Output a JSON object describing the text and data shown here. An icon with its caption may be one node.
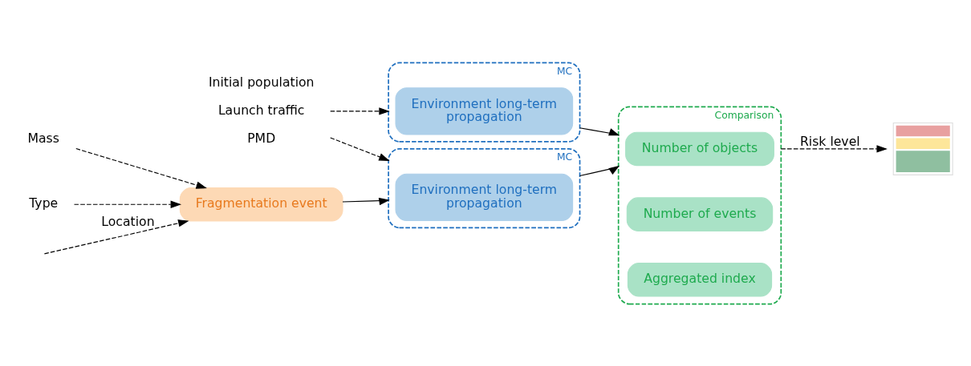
{
  "diagram": {
    "nodes": [
      {
        "text": [
          "Initial population",
          "Launch traffic",
          "PMD"
        ]
      },
      {
        "text": [
          "MC"
        ]
      },
      {
        "text": [
          "Environment long-term propagation"
        ],
        "in": 1
      },
      {
        "text": [
          "MC"
        ]
      },
      {
        "text": [
          "Environment long-term propagation"
        ],
        "in": 3
      },
      {
        "text": [
          "Fragmentation event"
        ]
      },
      {
        "text": [
          "Mass"
        ]
      },
      {
        "text": [
          "Type"
        ]
      },
      {
        "text": [
          "Comparison"
        ]
      },
      {
        "text": [
          "Number of objects"
        ],
        "in": 8
      },
      {
        "text": [
          "Number of events"
        ],
        "in": 8
      },
      {
        "text": [
          "Aggregated index"
        ],
        "in": 8
      },
      {
        "text": [],
        "shape": "picture"
      }
    ],
    "edges": [
      {
        "from": 0,
        "to": 1,
        "arrow": "to",
        "style": "dashed"
      },
      {
        "from": 0,
        "to": 3,
        "arrow": "to",
        "style": "dashed"
      },
      {
        "from": 5,
        "to": 3,
        "arrow": "to"
      },
      {
        "from": 6,
        "to": 5,
        "arrow": "to",
        "style": "dashed"
      },
      {
        "from": 7,
        "to": 5,
        "arrow": "to",
        "style": "dashed"
      },
      {
        "from": null,
        "to": 5,
        "arrow": "to",
        "style": "dashed",
        "label": "Location"
      },
      {
        "from": 1,
        "to": 8,
        "arrow": "to"
      },
      {
        "from": 3,
        "to": 8,
        "arrow": "to"
      },
      {
        "from": 8,
        "to": 12,
        "arrow": "to",
        "style": "dashed",
        "label": "Risk level"
      }
    ]
  }
}
